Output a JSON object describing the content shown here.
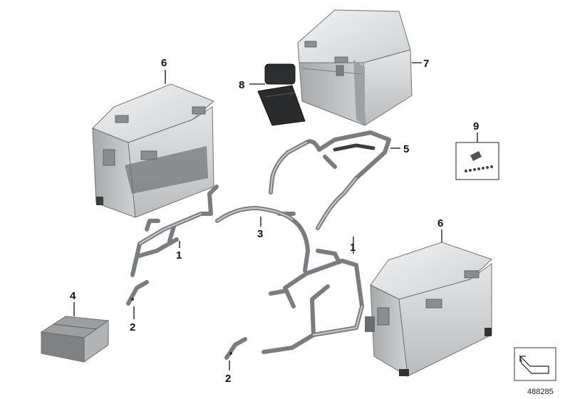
{
  "diagram": {
    "callouts": {
      "c1a": "1",
      "c1b": "1",
      "c2a": "2",
      "c2b": "2",
      "c3": "3",
      "c4": "4",
      "c5": "5",
      "c6a": "6",
      "c6b": "6",
      "c7": "7",
      "c8": "8",
      "c9": "9"
    },
    "diagram_number": "488285"
  }
}
